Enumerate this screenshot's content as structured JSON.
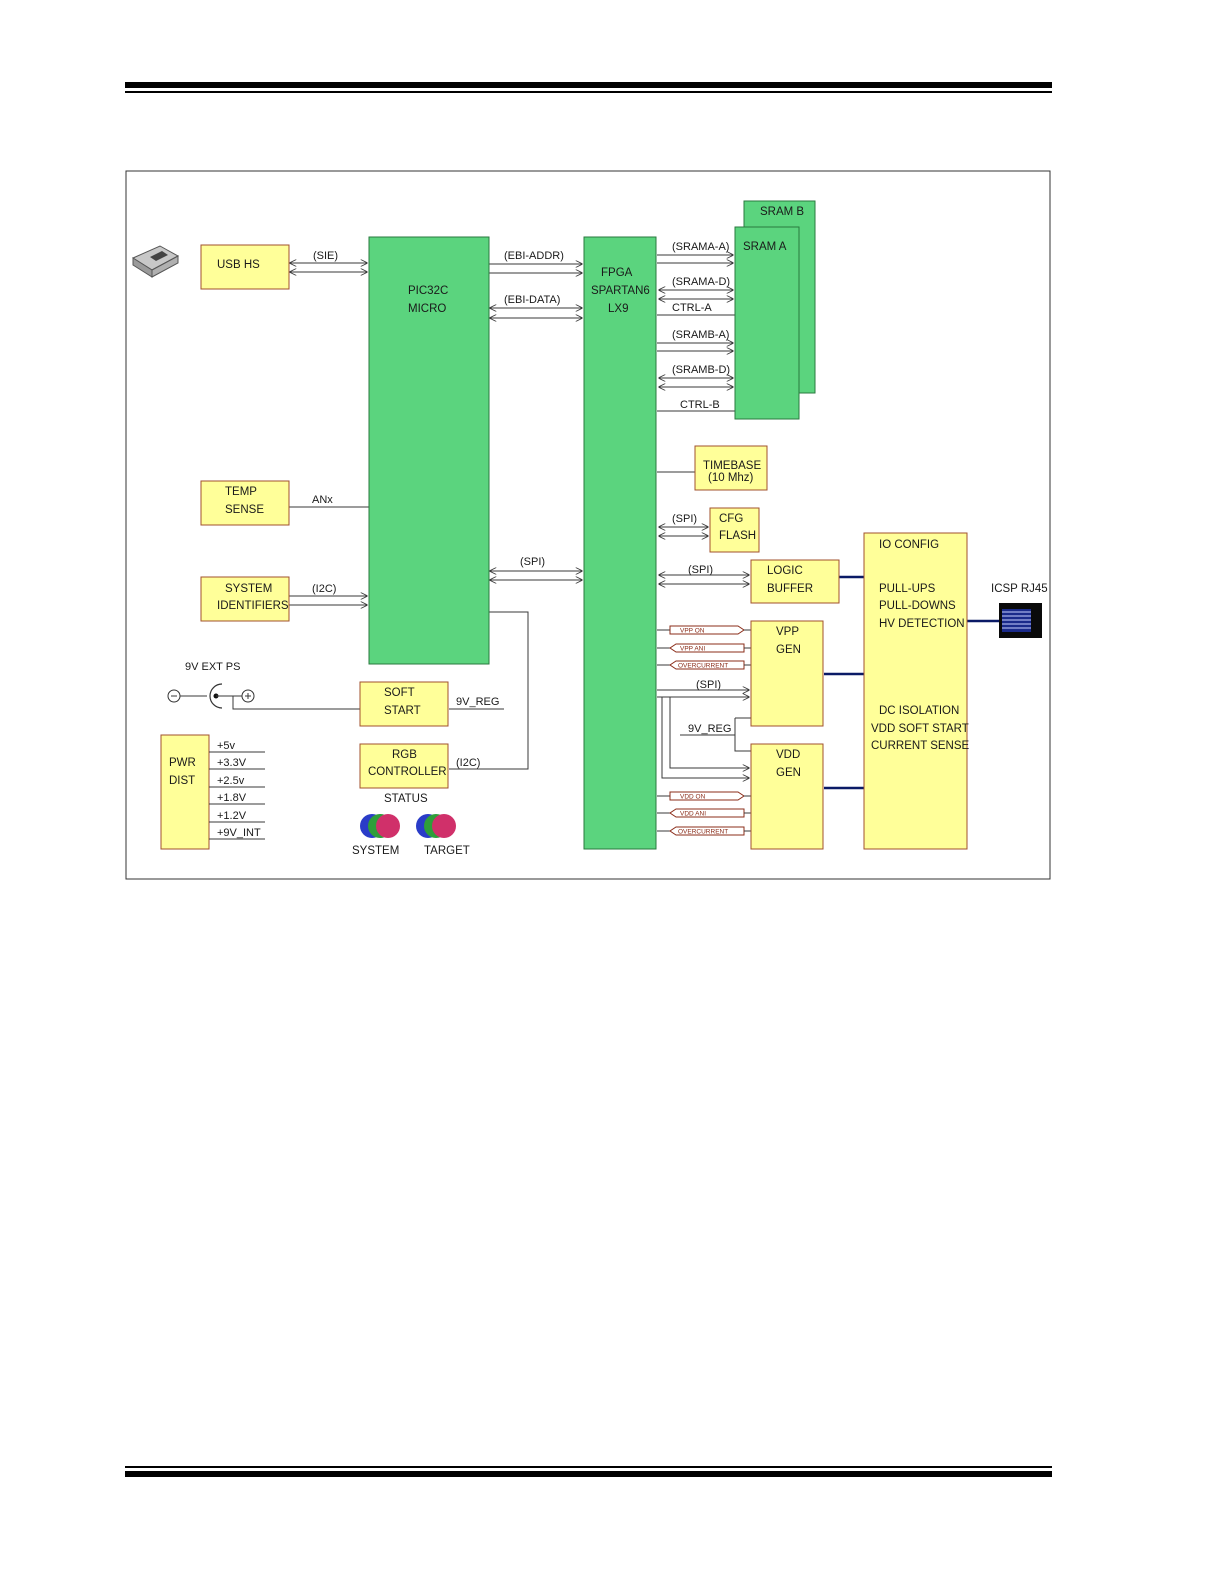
{
  "blocks": {
    "usb_hs": "USB HS",
    "pic32c": [
      "PIC32C",
      "MICRO"
    ],
    "fpga": [
      "FPGA",
      "SPARTAN6",
      "LX9"
    ],
    "sram_a": "SRAM A",
    "sram_b": "SRAM B",
    "timebase": [
      "TIMEBASE",
      "(10 Mhz)"
    ],
    "cfg_flash": [
      "CFG",
      "FLASH"
    ],
    "logic_buffer": [
      "LOGIC",
      "BUFFER"
    ],
    "vpp_gen": [
      "VPP",
      "GEN"
    ],
    "vdd_gen": [
      "VDD",
      "GEN"
    ],
    "io_config": [
      "IO CONFIG",
      "PULL-UPS",
      "PULL-DOWNS",
      "HV DETECTION",
      "DC ISOLATION",
      "VDD SOFT START",
      "CURRENT SENSE"
    ],
    "temp_sense": [
      "TEMP",
      "SENSE"
    ],
    "system_identifiers": [
      "SYSTEM",
      "IDENTIFIERS"
    ],
    "soft_start": [
      "SOFT",
      "START"
    ],
    "rgb_controller": [
      "RGB",
      "CONTROLLER"
    ],
    "pwr_dist": [
      "PWR",
      "DIST"
    ]
  },
  "signals": {
    "sie": "(SIE)",
    "ebi_addr": "(EBI-ADDR)",
    "ebi_data": "(EBI-DATA)",
    "srama_a": "(SRAMA-A)",
    "srama_d": "(SRAMA-D)",
    "ctrl_a": "CTRL-A",
    "sramb_a": "(SRAMB-A)",
    "sramb_d": "(SRAMB-D)",
    "ctrl_b": "CTRL-B",
    "anx": "ANx",
    "i2c_sys": "(I2C)",
    "spi_micro": "(SPI)",
    "spi_flash": "(SPI)",
    "spi_buffer": "(SPI)",
    "spi_vpp": "(SPI)",
    "i2c_rgb": "(I2C)",
    "vreg_soft": "9V_REG",
    "vreg_vdd": "9V_REG",
    "vpp_on": "VPP ON",
    "vpp_ani": "VPP ANI",
    "vpp_overcurrent": "OVERCURRENT",
    "vdd_on": "VDD ON",
    "vdd_ani": "VDD ANI",
    "vdd_overcurrent": "OVERCURRENT"
  },
  "labels": {
    "ext_ps": "9V EXT PS",
    "icsp": "ICSP RJ45",
    "status": "STATUS",
    "system": "SYSTEM",
    "target": "TARGET"
  },
  "power_rails": [
    "+5v",
    "+3.3V",
    "+2.5v",
    "+1.8V",
    "+1.2V",
    "+9V_INT"
  ],
  "colors": {
    "digital_block": "#5bd47e",
    "support_block": "#ffff99",
    "block_border": "#a0522d",
    "io_bus": "#0a1a66",
    "led_blue": "#2a3cc8",
    "led_green": "#2e9e3a",
    "led_red": "#d0306a"
  },
  "icons": [
    "usb-connector-icon",
    "barrel-jack-icon",
    "rj45-connector-icon",
    "rgb-led-icon"
  ]
}
